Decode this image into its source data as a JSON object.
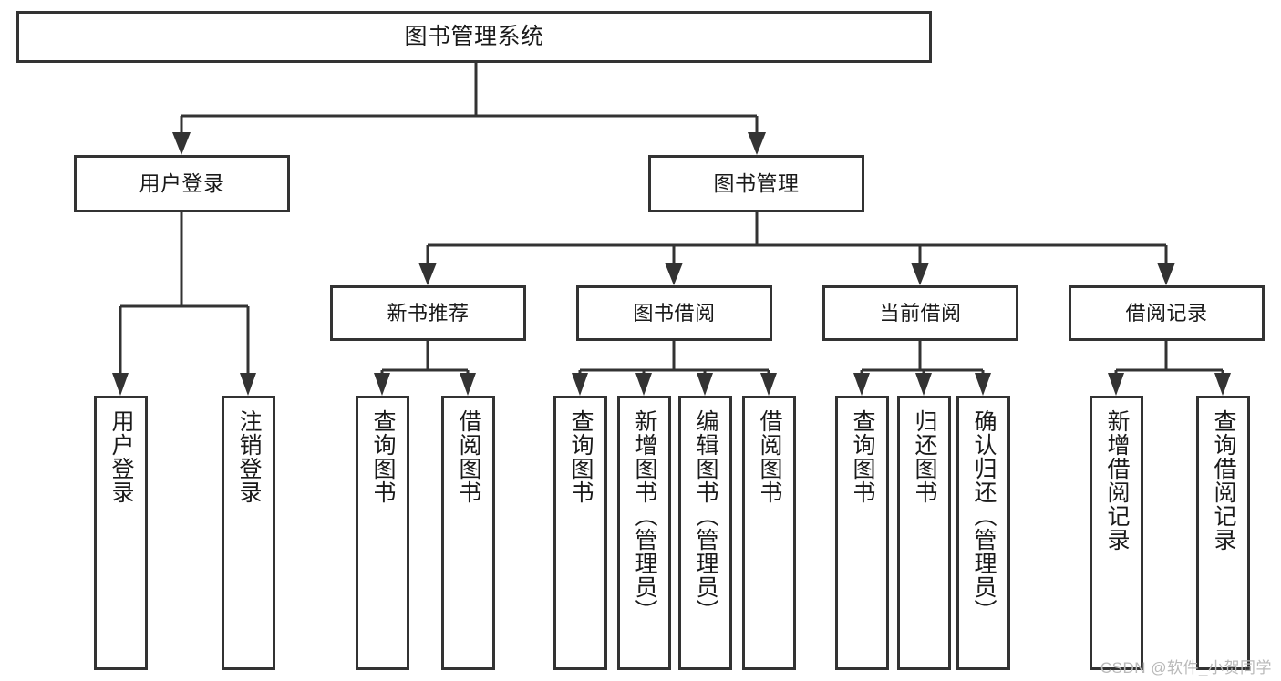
{
  "diagram": {
    "title": "图书管理系统",
    "type": "tree",
    "root": {
      "id": "root",
      "label": "图书管理系统"
    },
    "level1": [
      {
        "id": "user-login",
        "label": "用户登录"
      },
      {
        "id": "book-management",
        "label": "图书管理"
      }
    ],
    "level2": [
      {
        "id": "new-book-recommend",
        "label": "新书推荐",
        "parent": "book-management"
      },
      {
        "id": "book-borrow",
        "label": "图书借阅",
        "parent": "book-management"
      },
      {
        "id": "current-borrow",
        "label": "当前借阅",
        "parent": "book-management"
      },
      {
        "id": "borrow-record",
        "label": "借阅记录",
        "parent": "book-management"
      }
    ],
    "leaves": [
      {
        "id": "leaf-user-login",
        "label": "用户登录",
        "parent": "user-login"
      },
      {
        "id": "leaf-logout-login",
        "label": "注销登录",
        "parent": "user-login"
      },
      {
        "id": "leaf-query-book-1",
        "label": "查询图书",
        "parent": "new-book-recommend"
      },
      {
        "id": "leaf-borrow-book-1",
        "label": "借阅图书",
        "parent": "new-book-recommend"
      },
      {
        "id": "leaf-query-book-2",
        "label": "查询图书",
        "parent": "book-borrow"
      },
      {
        "id": "leaf-add-book",
        "label": "新增图书（管理员）",
        "parent": "book-borrow"
      },
      {
        "id": "leaf-edit-book",
        "label": "编辑图书（管理员）",
        "parent": "book-borrow"
      },
      {
        "id": "leaf-borrow-book-2",
        "label": "借阅图书",
        "parent": "book-borrow"
      },
      {
        "id": "leaf-query-book-3",
        "label": "查询图书",
        "parent": "current-borrow"
      },
      {
        "id": "leaf-return-book",
        "label": "归还图书",
        "parent": "current-borrow"
      },
      {
        "id": "leaf-confirm-return",
        "label": "确认归还（管理员）",
        "parent": "current-borrow"
      },
      {
        "id": "leaf-add-record",
        "label": "新增借阅记录",
        "parent": "borrow-record"
      },
      {
        "id": "leaf-query-record",
        "label": "查询借阅记录",
        "parent": "borrow-record"
      }
    ],
    "watermark": "CSDN @软件_小贺同学",
    "colors": {
      "stroke": "#333333",
      "background": "#ffffff",
      "text": "#1a1a1a",
      "watermark": "#b9b9b9"
    }
  }
}
